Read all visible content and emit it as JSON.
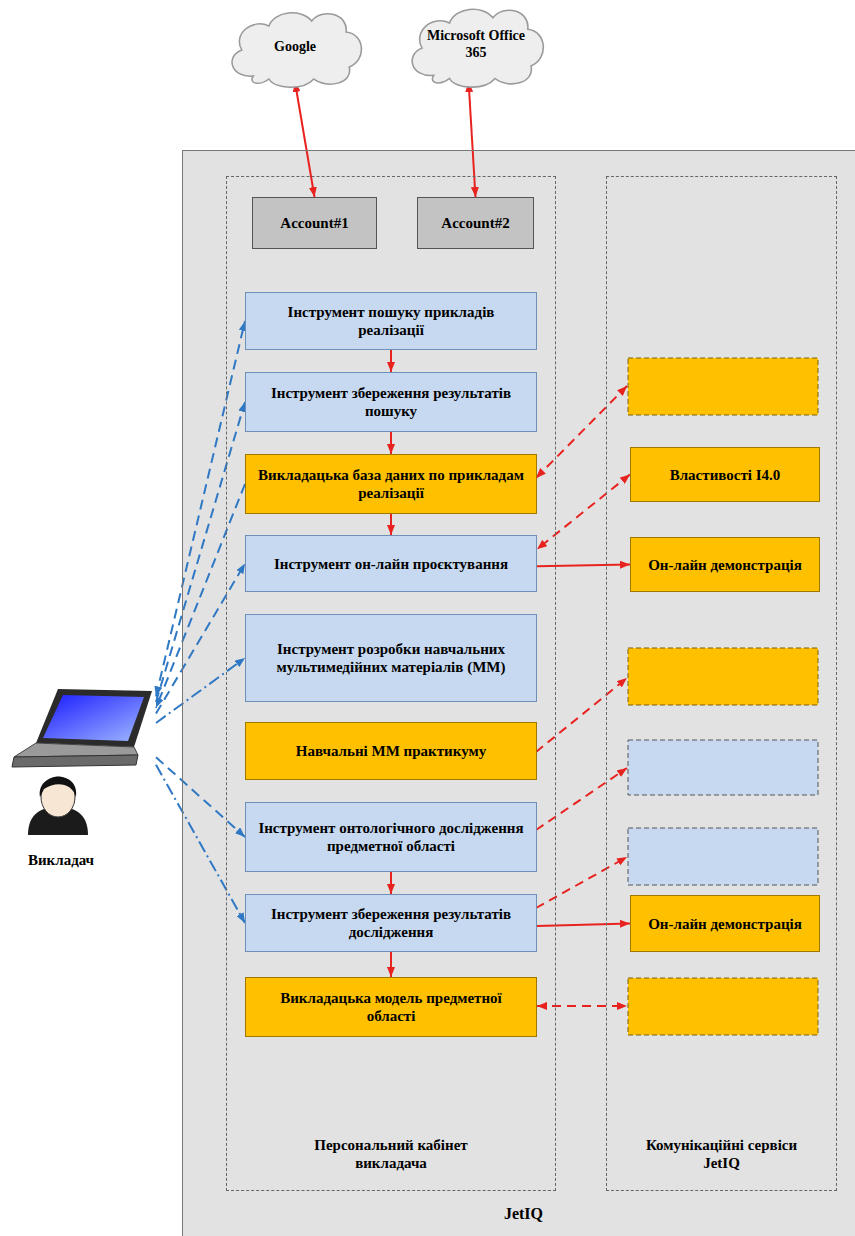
{
  "diagram": {
    "nodes": [
      {
        "text": [
          "Google"
        ]
      },
      {
        "text": [
          "Microsoft Office 365"
        ]
      },
      {
        "text": [
          "JetIQ"
        ]
      },
      {
        "text": [
          "Персональний кабінет викладача"
        ],
        "in": 2
      },
      {
        "text": [
          "Комунікаційні сервіси JetIQ"
        ],
        "in": 2
      },
      {
        "text": [
          "Account#1"
        ],
        "in": 3
      },
      {
        "text": [
          "Account#2"
        ],
        "in": 3
      },
      {
        "text": [
          "Інструмент пошуку прикладів реалізації"
        ],
        "in": 3
      },
      {
        "text": [
          "Інструмент збереження результатів пошуку"
        ],
        "in": 3
      },
      {
        "text": [
          "Викладацька база даних по прикладам реалізації"
        ],
        "in": 3
      },
      {
        "text": [
          "Інструмент он-лайн проєктування"
        ],
        "in": 3
      },
      {
        "text": [
          "Інструмент розробки навчальних мультимедійних матеріалів (ММ)"
        ],
        "in": 3
      },
      {
        "text": [
          "Навчальні ММ практикуму"
        ],
        "in": 3
      },
      {
        "text": [
          "Інструмент онтологічного дослідження предметної області"
        ],
        "in": 3
      },
      {
        "text": [
          "Інструмент збереження результатів дослідження"
        ],
        "in": 3
      },
      {
        "text": [
          "Викладацька модель предметної області"
        ],
        "in": 3
      },
      {
        "text": [
          "Властивості I4.0"
        ],
        "in": 4
      },
      {
        "text": [
          "Он-лайн демонстрація"
        ],
        "in": 4
      },
      {
        "text": [
          "Он-лайн демонстрація"
        ],
        "in": 4
      },
      {
        "text": [
          "Викладач"
        ]
      }
    ],
    "edges": [
      {
        "from": 0,
        "to": 5,
        "arrow": "both"
      },
      {
        "from": 1,
        "to": 6,
        "arrow": "both"
      },
      {
        "from": 7,
        "to": 8,
        "arrow": "to"
      },
      {
        "from": 8,
        "to": 9,
        "arrow": "to"
      },
      {
        "from": 9,
        "to": 10,
        "arrow": "to"
      },
      {
        "from": 13,
        "to": 14,
        "arrow": "to"
      },
      {
        "from": 14,
        "to": 15,
        "arrow": "to"
      },
      {
        "from": 10,
        "to": 17,
        "arrow": "to"
      },
      {
        "from": 14,
        "to": 18,
        "arrow": "to"
      },
      {
        "from": 16,
        "to": 10,
        "arrow": "both"
      },
      {
        "from": 19,
        "to": 7,
        "arrow": "both"
      },
      {
        "from": 19,
        "to": 8,
        "arrow": "to"
      },
      {
        "from": 9,
        "to": 19,
        "arrow": "to"
      },
      {
        "from": 19,
        "to": 10,
        "arrow": "to"
      },
      {
        "from": 19,
        "to": 11,
        "arrow": "to"
      },
      {
        "from": 19,
        "to": 13,
        "arrow": "to"
      },
      {
        "from": 19,
        "to": 14,
        "arrow": "to"
      }
    ]
  }
}
